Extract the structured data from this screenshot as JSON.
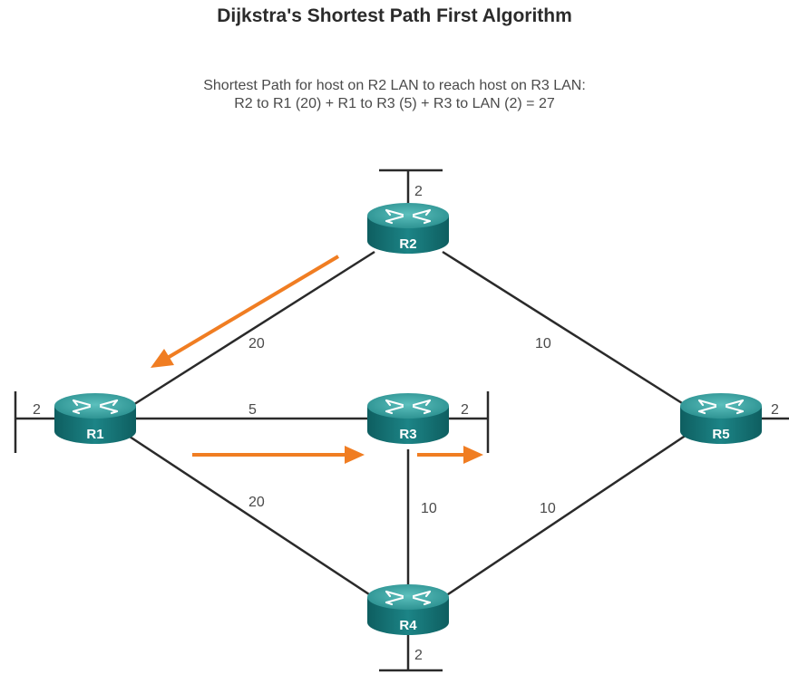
{
  "title": "Dijkstra's Shortest Path First Algorithm",
  "subtitle": {
    "line1": "Shortest Path for host on R2 LAN to reach host on R3 LAN:",
    "line2": "R2 to R1 (20) + R1 to R3 (5) + R3 to LAN (2) = 27"
  },
  "routers": {
    "r1": "R1",
    "r2": "R2",
    "r3": "R3",
    "r4": "R4",
    "r5": "R5"
  },
  "link_costs": {
    "r2_r1": "20",
    "r2_r5": "10",
    "r1_r3": "5",
    "r1_r4": "20",
    "r3_r4": "10",
    "r4_r5": "10"
  },
  "lan_costs": {
    "r1": "2",
    "r2": "2",
    "r3": "2",
    "r4": "2",
    "r5": "2"
  },
  "colors": {
    "router_top": "#3aa1a0",
    "router_body": "#177778",
    "arrow": "#f07d22",
    "link": "#2a2a2a"
  },
  "icons": {
    "router": "router-icon",
    "path_arrow": "arrow-icon"
  }
}
